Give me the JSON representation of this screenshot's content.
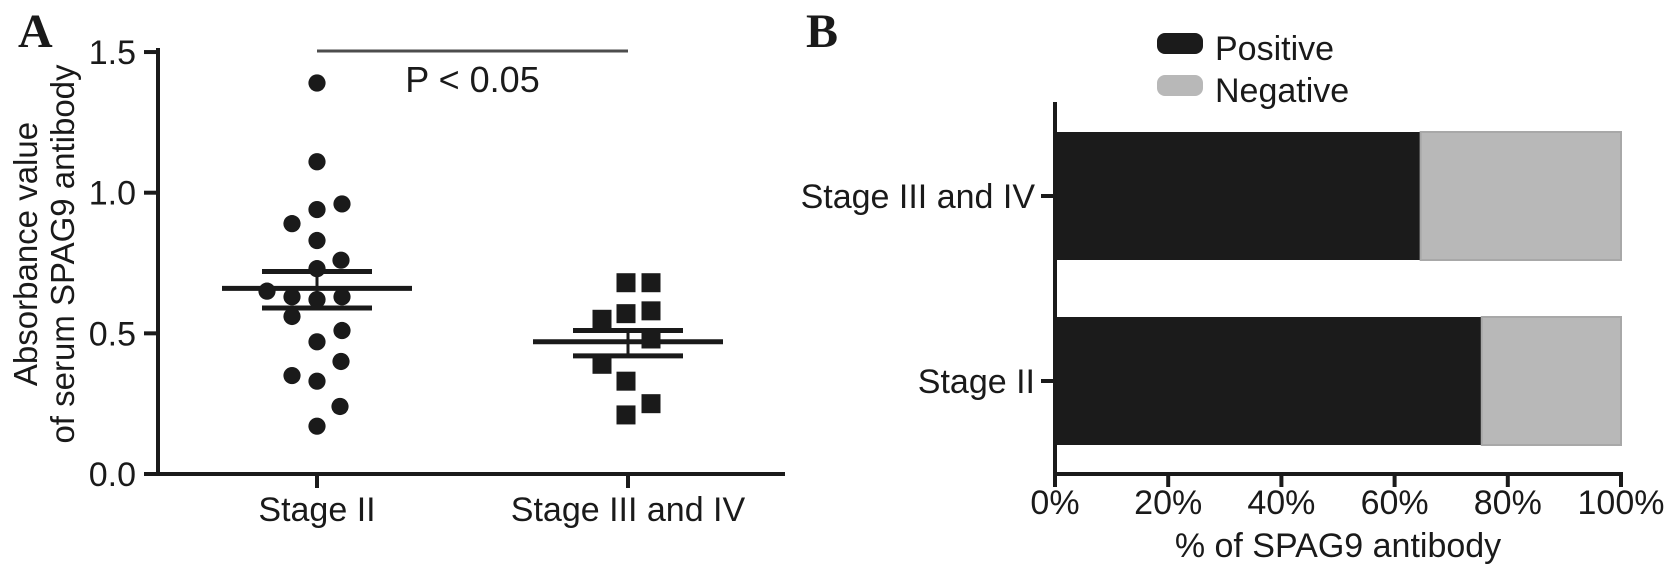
{
  "figure": {
    "ink_color": "#1a1a1a",
    "background": "#ffffff",
    "panel_a_letter": "A",
    "panel_b_letter": "B"
  },
  "chart_data": [
    {
      "type": "scatter",
      "panel": "A",
      "ylabel_lines": [
        "Absorbance value",
        "of serum SPAG9 antibody"
      ],
      "ylim": [
        0.0,
        1.5
      ],
      "y_ticks": [
        "0.0",
        "0.5",
        "1.0",
        "1.5"
      ],
      "significance": {
        "label": "P < 0.05",
        "line_color": "#4d4d4d"
      },
      "groups": [
        {
          "label": "Stage II",
          "marker": "circle",
          "n": 20,
          "mean": 0.66,
          "error_upper": 0.72,
          "error_lower": 0.59,
          "points": [
            {
              "dx": 0,
              "value": 1.39
            },
            {
              "dx": 0,
              "value": 1.11
            },
            {
              "dx": 25,
              "value": 0.96
            },
            {
              "dx": 0,
              "value": 0.94
            },
            {
              "dx": -25,
              "value": 0.89
            },
            {
              "dx": 0,
              "value": 0.83
            },
            {
              "dx": 24,
              "value": 0.76
            },
            {
              "dx": 0,
              "value": 0.73
            },
            {
              "dx": -50,
              "value": 0.65
            },
            {
              "dx": -25,
              "value": 0.63
            },
            {
              "dx": 25,
              "value": 0.63
            },
            {
              "dx": 0,
              "value": 0.62
            },
            {
              "dx": -25,
              "value": 0.56
            },
            {
              "dx": 25,
              "value": 0.51
            },
            {
              "dx": 0,
              "value": 0.47
            },
            {
              "dx": 24,
              "value": 0.4
            },
            {
              "dx": -25,
              "value": 0.35
            },
            {
              "dx": 0,
              "value": 0.33
            },
            {
              "dx": 23,
              "value": 0.24
            },
            {
              "dx": 0,
              "value": 0.17
            }
          ]
        },
        {
          "label": "Stage III and IV",
          "marker": "square",
          "n": 10,
          "mean": 0.47,
          "error_upper": 0.51,
          "error_lower": 0.42,
          "points": [
            {
              "dx": -2,
              "value": 0.68
            },
            {
              "dx": 23,
              "value": 0.68
            },
            {
              "dx": 23,
              "value": 0.58
            },
            {
              "dx": -2,
              "value": 0.57
            },
            {
              "dx": -26,
              "value": 0.55
            },
            {
              "dx": 23,
              "value": 0.48
            },
            {
              "dx": -26,
              "value": 0.39
            },
            {
              "dx": -2,
              "value": 0.33
            },
            {
              "dx": 23,
              "value": 0.25
            },
            {
              "dx": -2,
              "value": 0.21
            }
          ]
        }
      ]
    },
    {
      "type": "stacked_bar_horizontal",
      "panel": "B",
      "categories": [
        "Stage III and IV",
        "Stage II"
      ],
      "series": [
        {
          "name": "Positive",
          "color": "#1b1b1b",
          "values": [
            64.6,
            75.4
          ]
        },
        {
          "name": "Negative",
          "color": "#b8b8b8",
          "values": [
            35.4,
            24.6
          ]
        }
      ],
      "x_ticks": [
        "0%",
        "20%",
        "40%",
        "60%",
        "80%",
        "100%"
      ],
      "xlim": [
        0,
        100
      ],
      "xlabel": "% of SPAG9 antibody",
      "legend_position": "top"
    }
  ]
}
